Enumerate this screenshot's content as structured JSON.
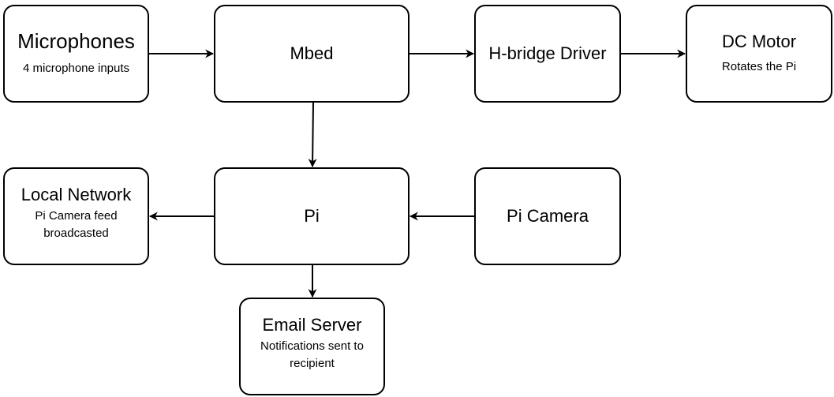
{
  "nodes": {
    "microphones": {
      "title": "Microphones",
      "desc": "4 microphone inputs"
    },
    "mbed": {
      "title": "Mbed"
    },
    "hbridge": {
      "title": "H-bridge Driver"
    },
    "dcmotor": {
      "title": "DC Motor",
      "desc": "Rotates the Pi"
    },
    "local_network": {
      "title": "Local Network",
      "desc": "Pi Camera feed broadcasted"
    },
    "pi": {
      "title": "Pi"
    },
    "pi_camera": {
      "title": "Pi Camera"
    },
    "email_server": {
      "title": "Email Server",
      "desc": "Notifications sent to recipient"
    }
  },
  "edges": [
    {
      "from": "microphones",
      "to": "mbed"
    },
    {
      "from": "mbed",
      "to": "hbridge"
    },
    {
      "from": "hbridge",
      "to": "dcmotor"
    },
    {
      "from": "mbed",
      "to": "pi"
    },
    {
      "from": "pi",
      "to": "local_network"
    },
    {
      "from": "pi_camera",
      "to": "pi"
    },
    {
      "from": "pi",
      "to": "email_server"
    }
  ],
  "colors": {
    "stroke": "#000000",
    "fill": "#ffffff",
    "text": "#000000"
  }
}
